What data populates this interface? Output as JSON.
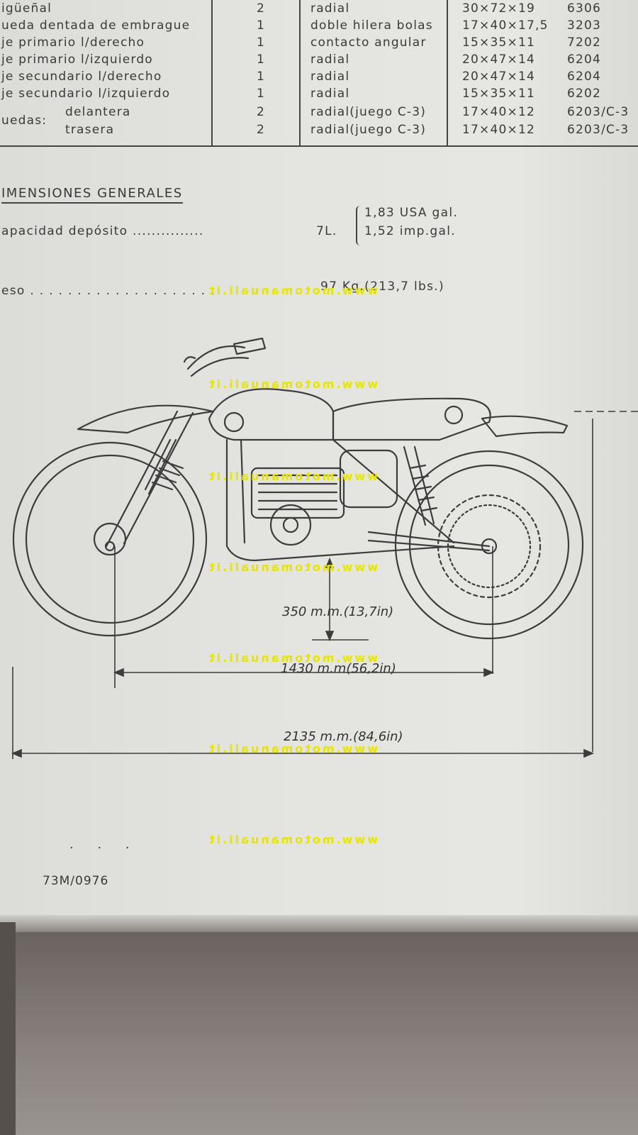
{
  "bearing_table": {
    "rows": [
      {
        "name": "igüeñal",
        "sub": "",
        "qty": "2",
        "type": "radial",
        "size": "30×72×19",
        "code": "6306"
      },
      {
        "name": "ueda dentada de embrague",
        "sub": "",
        "qty": "1",
        "type": "doble hilera bolas",
        "size": "17×40×17,5",
        "code": "3203"
      },
      {
        "name": "je primario l/derecho",
        "sub": "",
        "qty": "1",
        "type": "contacto angular",
        "size": "15×35×11",
        "code": "7202"
      },
      {
        "name": "je primario l/izquierdo",
        "sub": "",
        "qty": "1",
        "type": "radial",
        "size": "20×47×14",
        "code": "6204"
      },
      {
        "name": "je secundario l/derecho",
        "sub": "",
        "qty": "1",
        "type": "radial",
        "size": "20×47×14",
        "code": "6204"
      },
      {
        "name": "je secundario l/izquierdo",
        "sub": "",
        "qty": "1",
        "type": "radial",
        "size": "15×35×11",
        "code": "6202"
      },
      {
        "name": "uedas:",
        "sub": "delantera",
        "qty": "2",
        "type": "radial(juego C-3)",
        "size": "17×40×12",
        "code": "6203/C-3"
      },
      {
        "name": "",
        "sub": "trasera",
        "qty": "2",
        "type": "radial(juego C-3)",
        "size": "17×40×12",
        "code": "6203/C-3"
      }
    ]
  },
  "dimensions": {
    "heading": "IMENSIONES GENERALES",
    "capacity_label": "apacidad depósito ...............",
    "capacity_value": "7L.",
    "capacity_usa": "1,83 USA gal.",
    "capacity_imp": "1,52 imp.gal.",
    "weight_label": "eso . . . . . . . . . . . . . . . . . . . .",
    "weight_value": "97 Kg.(213,7 lbs.)"
  },
  "diagram": {
    "ground_clearance": "350 m.m.(13,7in)",
    "wheelbase": "1430 m.m(56,2in)",
    "overall_length": "2135 m.m.(84,6in)"
  },
  "watermark_text": "www.motomanuali.it",
  "footer": {
    "dots": ". . .",
    "code": "73M/0976"
  }
}
